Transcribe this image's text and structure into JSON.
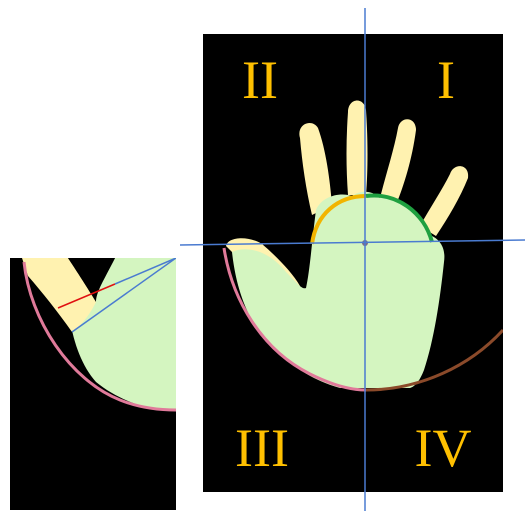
{
  "quadrants": {
    "q1": "I",
    "q2": "II",
    "q3": "III",
    "q4": "IV"
  },
  "colors": {
    "background": "#000000",
    "label": "#ffc000",
    "fingers": "#fff2b0",
    "palm": "#d4f5c0",
    "axis": "#4a7bd0",
    "arc_orange": "#f2b400",
    "arc_green": "#1fa040",
    "arc_pink": "#e07a9a",
    "arc_brown": "#8b4a2a",
    "detail_red": "#e01010"
  }
}
